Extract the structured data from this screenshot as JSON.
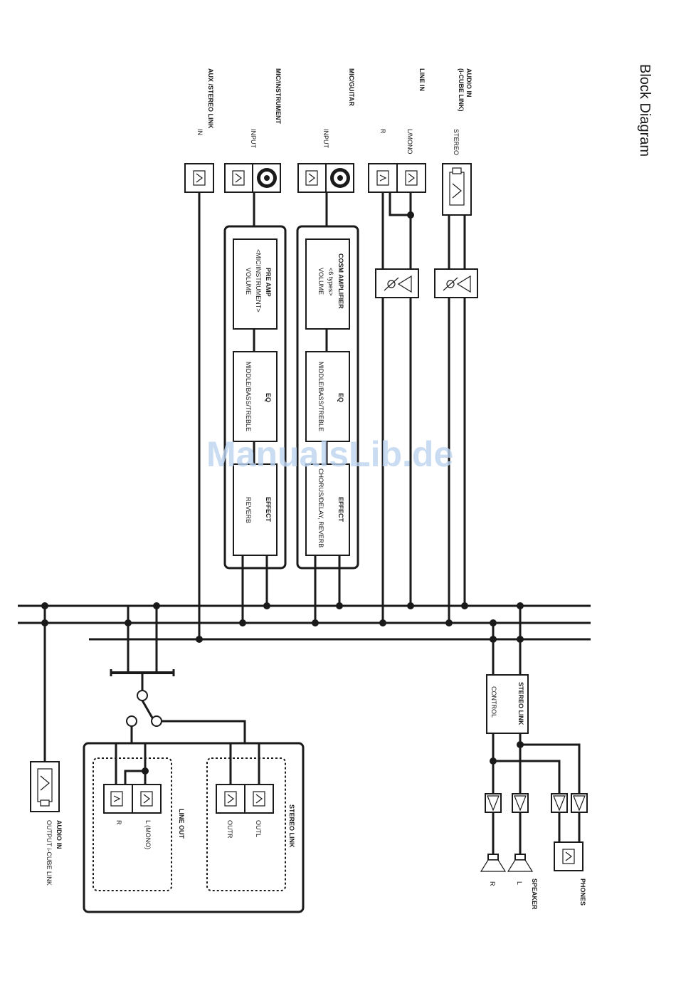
{
  "title": "Block Diagram",
  "watermark": "ManualsLib.de",
  "inputs": {
    "audio_in_link": {
      "name": "AUDIO IN",
      "name2": "(i-CUBE LINK)",
      "sub": "STEREO"
    },
    "line_in": {
      "name": "LINE IN",
      "left": "L/MONO",
      "right": "R"
    },
    "mic_guitar": {
      "name": "MIC/GUITAR",
      "sub": "INPUT"
    },
    "mic_instrument": {
      "name": "MIC/INSTRUMENT",
      "sub": "INPUT"
    },
    "aux": {
      "name": "AUX /STEREO LINK",
      "sub": "IN"
    }
  },
  "guitar_chain": {
    "amp_title": "COSM AMPLIFIER",
    "amp_types": "<6 types>",
    "amp_volume": "VOLUME",
    "eq_title": "EQ",
    "eq_sub": "MIDDLE/BASS/TREBLE",
    "fx_title": "EFFECT",
    "fx_sub": "CHORUS/DELAY, REVERB"
  },
  "mic_chain": {
    "pre_title": "PRE AMP",
    "pre_sub": "<MIC/INSTRUMENT>",
    "pre_volume": "VOLUME",
    "eq_title": "EQ",
    "eq_sub": "MIDDLE/BASS/TREBLE",
    "fx_title": "EFFECT",
    "fx_sub": "REVERB"
  },
  "stereo_link": {
    "title": "STEREO LINK",
    "sub": "CONTROL"
  },
  "outputs": {
    "phones": "PHONES",
    "speaker": "SPEAKER",
    "speaker_l": "L",
    "speaker_r": "R",
    "stereo_link_out": "STEREO LINK",
    "outl": "OUTL",
    "outr": "OUTR",
    "line_out": "LINE OUT",
    "line_out_l": "L (MONO)",
    "line_out_r": "R",
    "audio_in_out": "AUDIO IN",
    "audio_in_out_sub": "OUTPUT i-CUBE LINK"
  }
}
